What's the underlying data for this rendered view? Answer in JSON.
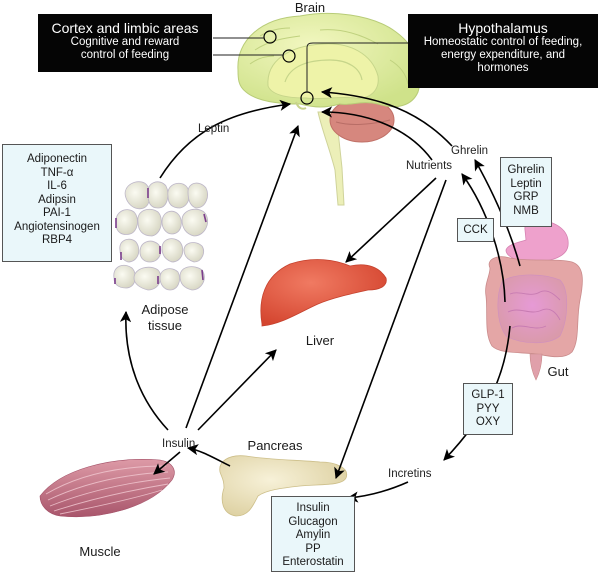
{
  "title": "Brain",
  "callouts": {
    "cortex": {
      "title": "Cortex and limbic areas",
      "lines": [
        "Cognitive and reward",
        "control of feeding"
      ]
    },
    "hypothalamus": {
      "title": "Hypothalamus",
      "lines": [
        "Homeostatic control of feeding,",
        "energy expenditure, and",
        "hormones"
      ]
    }
  },
  "organs": {
    "brain": "Brain",
    "adipose": [
      "Adipose",
      "tissue"
    ],
    "liver": "Liver",
    "gut": "Gut",
    "pancreas": "Pancreas",
    "muscle": "Muscle"
  },
  "signals": {
    "leptin": "Leptin",
    "ghrelin": "Ghrelin",
    "nutrients": "Nutrients",
    "insulin": "Insulin",
    "incretins": "Incretins"
  },
  "boxes": {
    "adipokines": [
      "Adiponectin",
      "TNF-α",
      "IL-6",
      "Adipsin",
      "PAI-1",
      "Angiotensinogen",
      "RBP4"
    ],
    "stomach_hormones": [
      "Ghrelin",
      "Leptin",
      "GRP",
      "NMB"
    ],
    "cck": [
      "CCK"
    ],
    "intestinal_hormones": [
      "GLP-1",
      "PYY",
      "OXY"
    ],
    "pancreatic_hormones": [
      "Insulin",
      "Glucagon",
      "Amylin",
      "PP",
      "Enterostatin"
    ]
  },
  "colors": {
    "brain": "#dfee9f",
    "brain_inner": "#eef3a8",
    "cerebellum": "#d98a80",
    "liver": "#e2533b",
    "gut": "#e9a8c8",
    "stomach": "#efa3cf",
    "pancreas": "#ece3c0",
    "muscle": "#c97a8a",
    "adipocyte": "#ecebdc",
    "box_fill": "#eaf7fa",
    "callout_fill": "#050505"
  }
}
